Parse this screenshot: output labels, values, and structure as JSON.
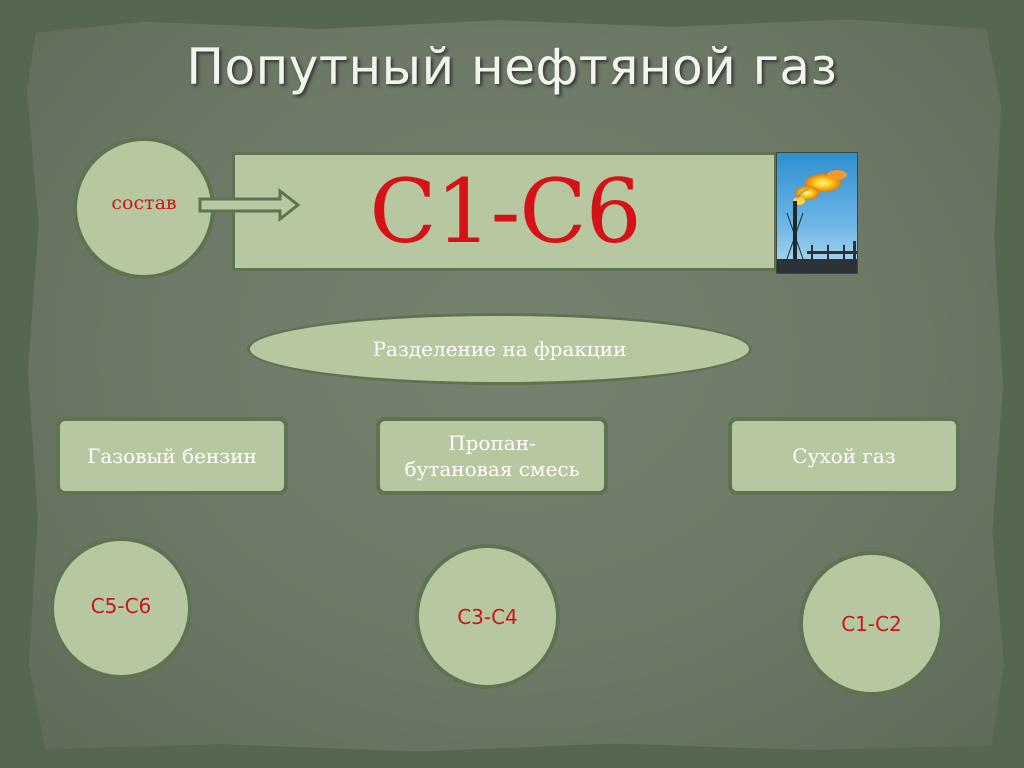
{
  "title": "Попутный нефтяной газ",
  "composition": {
    "label": "состав",
    "formula": "С1-С6"
  },
  "separation": "Разделение на фракции",
  "fractions": [
    {
      "name": "Газовый бензин",
      "formula": "С5-С6"
    },
    {
      "name": "Пропан-\nбутановая смесь",
      "formula": "С3-С4"
    },
    {
      "name": "Сухой газ",
      "formula": "С1-С2"
    }
  ],
  "colors": {
    "background": "#56674f",
    "shape_fill": "#b7c7a0",
    "shape_border": "#5f7353",
    "formula_red": "#d51218",
    "title_text": "#f2f4ee"
  },
  "icons": {
    "photo": "gas-flare-photo",
    "arrow": "arrow-right-icon"
  }
}
